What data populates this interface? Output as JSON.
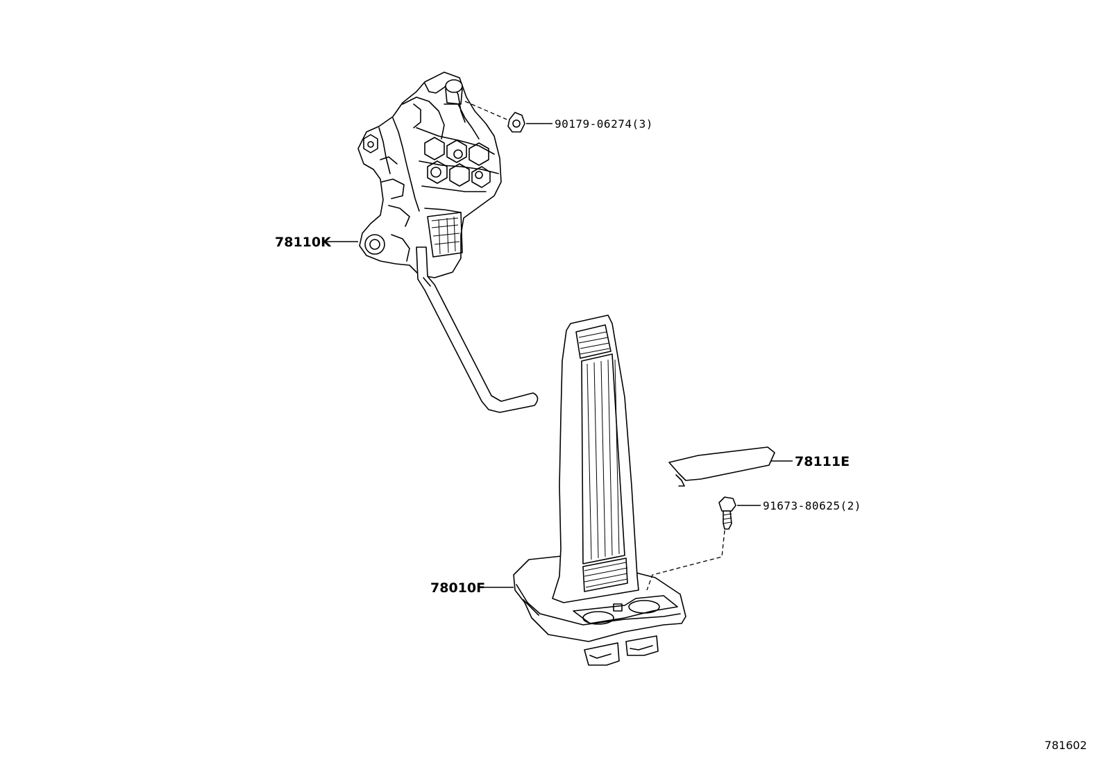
{
  "parts": {
    "nut": {
      "label": "90179-06274(3)"
    },
    "pedal_bracket": {
      "label": "78110K"
    },
    "cover": {
      "label": "78111E"
    },
    "bolt": {
      "label": "91673-80625(2)"
    },
    "pedal_assembly": {
      "label": "78010F"
    }
  },
  "drawing_number": "781602"
}
